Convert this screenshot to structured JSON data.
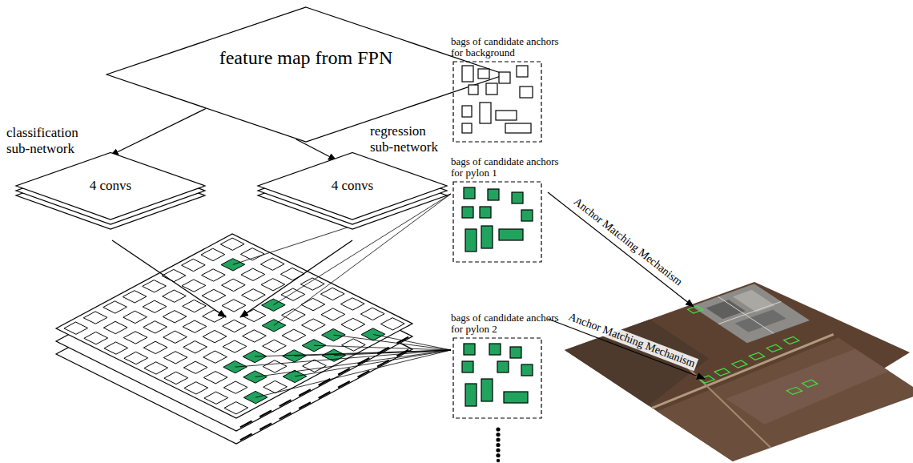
{
  "diagram": {
    "nodes": [
      {
        "text": [
          "feature map from FPN"
        ]
      },
      {
        "text": [
          "4 convs"
        ]
      },
      {
        "text": [
          "4 convs"
        ]
      },
      {
        "text": [
          "bags of candidate anchors for background"
        ]
      },
      {
        "text": [
          "bags of candidate anchors for pylon 1"
        ]
      },
      {
        "text": [
          "bags of candidate anchors for pylon 2"
        ]
      }
    ],
    "edges": [
      {
        "from": 0,
        "to": 1,
        "arrow": "to",
        "label": "classification sub-network"
      },
      {
        "from": 0,
        "to": 2,
        "arrow": "to",
        "label": "regression sub-network"
      }
    ],
    "labels": [
      "Anchor Matching Mechanism",
      "Anchor Matching Mechanism"
    ]
  }
}
